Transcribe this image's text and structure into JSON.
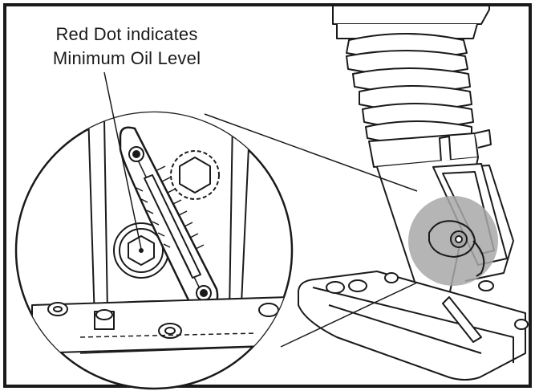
{
  "annotation": {
    "line1": "Red Dot indicates",
    "line2": "Minimum Oil Level"
  },
  "colors": {
    "line": "#1a1a1a",
    "highlight": "#a8a8a8",
    "background": "#ffffff"
  },
  "icons": {
    "callout_leader": "leader-line",
    "magnifier": "magnifier-circle",
    "sight_glass": "oil-sight-glass",
    "fill_plug": "oil-fill-plug",
    "hex_bolt": "hex-bolt",
    "bellows": "rubber-bellows",
    "foot": "rammer-foot",
    "highlight_disc": "highlight-disc"
  }
}
